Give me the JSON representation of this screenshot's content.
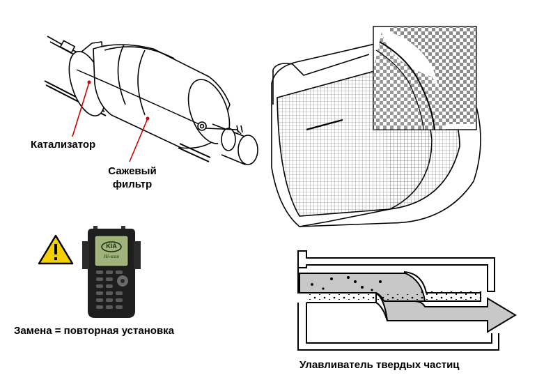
{
  "labels": {
    "catalyst": "Катализатор",
    "soot_filter_line1": "Сажевый",
    "soot_filter_line2": "фильтр",
    "replacement_note": "Замена = повторная установка",
    "particle_trap": "Улавливатель твердых частиц"
  },
  "device": {
    "brand": "KIA",
    "screen_caption": "Hi-scan"
  },
  "colors": {
    "line": "#000000",
    "leader_red": "#cc0000",
    "warning_yellow": "#f5d000",
    "flow_gray": "#c8c8c8",
    "device_body": "#1e1e1e",
    "device_screen": "#9fb37a"
  },
  "icons": [
    "warning-triangle-icon"
  ]
}
